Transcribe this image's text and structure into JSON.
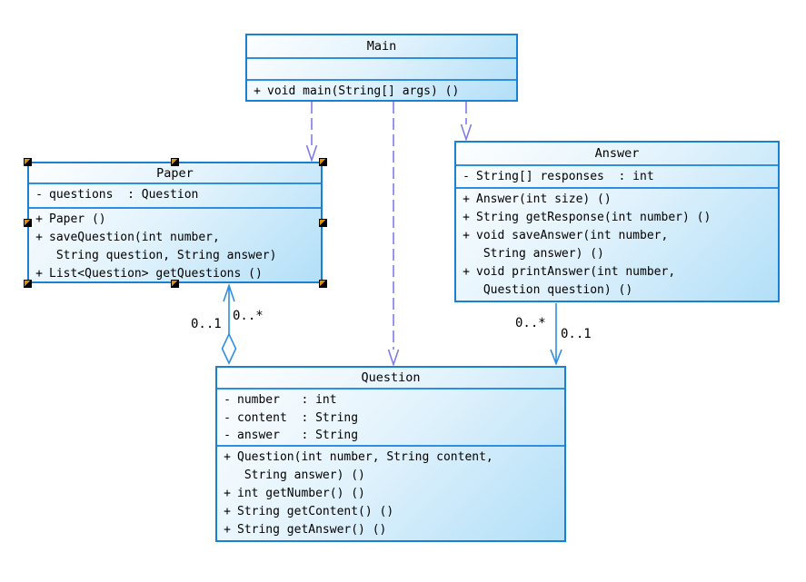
{
  "diagram": {
    "type": "uml-class-diagram",
    "selected_class": "Paper",
    "colors": {
      "box_border": "#1a80d2",
      "box_fill_start": "#fdfeff",
      "box_fill_end": "#b2dff8",
      "connector_blue": "#2e8ee2",
      "dependency_purple": "#7d7de8",
      "text": "#000000",
      "selection_handle_orange": "#e09000",
      "selection_handle_black": "#000000",
      "background": "#ffffff"
    },
    "classes": [
      {
        "name": "Main",
        "attributes": [],
        "methods": [
          {
            "sign": "+",
            "text": "void main(String[] args) ()"
          }
        ]
      },
      {
        "name": "Paper",
        "attributes": [
          {
            "sign": "-",
            "text": "questions  : Question"
          }
        ],
        "methods": [
          {
            "sign": "+",
            "text": "Paper ()"
          },
          {
            "sign": "+",
            "text": "saveQuestion(int number,"
          },
          {
            "sign": "",
            "text": " String question, String answer)"
          },
          {
            "sign": "+",
            "text": "List<Question> getQuestions ()"
          }
        ]
      },
      {
        "name": "Answer",
        "attributes": [
          {
            "sign": "-",
            "text": "String[] responses  : int"
          }
        ],
        "methods": [
          {
            "sign": "+",
            "text": "Answer(int size) ()"
          },
          {
            "sign": "+",
            "text": "String getResponse(int number) ()"
          },
          {
            "sign": "+",
            "text": "void saveAnswer(int number,"
          },
          {
            "sign": "",
            "text": " String answer) ()"
          },
          {
            "sign": "+",
            "text": "void printAnswer(int number,"
          },
          {
            "sign": "",
            "text": " Question question) ()"
          }
        ]
      },
      {
        "name": "Question",
        "attributes": [
          {
            "sign": "-",
            "text": "number   : int"
          },
          {
            "sign": "-",
            "text": "content  : String"
          },
          {
            "sign": "-",
            "text": "answer   : String"
          }
        ],
        "methods": [
          {
            "sign": "+",
            "text": "Question(int number, String content,"
          },
          {
            "sign": "",
            "text": " String answer) ()"
          },
          {
            "sign": "+",
            "text": "int getNumber() ()"
          },
          {
            "sign": "+",
            "text": "String getContent() ()"
          },
          {
            "sign": "+",
            "text": "String getAnswer() ()"
          }
        ]
      }
    ],
    "relationships": [
      {
        "type": "dependency",
        "from": "Main",
        "to": "Paper",
        "style": "dashed-open-arrow"
      },
      {
        "type": "dependency",
        "from": "Main",
        "to": "Question",
        "style": "dashed-open-arrow"
      },
      {
        "type": "dependency",
        "from": "Main",
        "to": "Answer",
        "style": "dashed-open-arrow"
      },
      {
        "type": "aggregation",
        "from": "Question",
        "to": "Paper",
        "style": "solid-open-arrow-with-diamond",
        "multiplicity_left": "0..1",
        "multiplicity_right": "0..*"
      },
      {
        "type": "association",
        "from": "Answer",
        "to": "Question",
        "style": "solid-open-arrow",
        "multiplicity_left": "0..*",
        "multiplicity_right": "0..1"
      }
    ]
  }
}
